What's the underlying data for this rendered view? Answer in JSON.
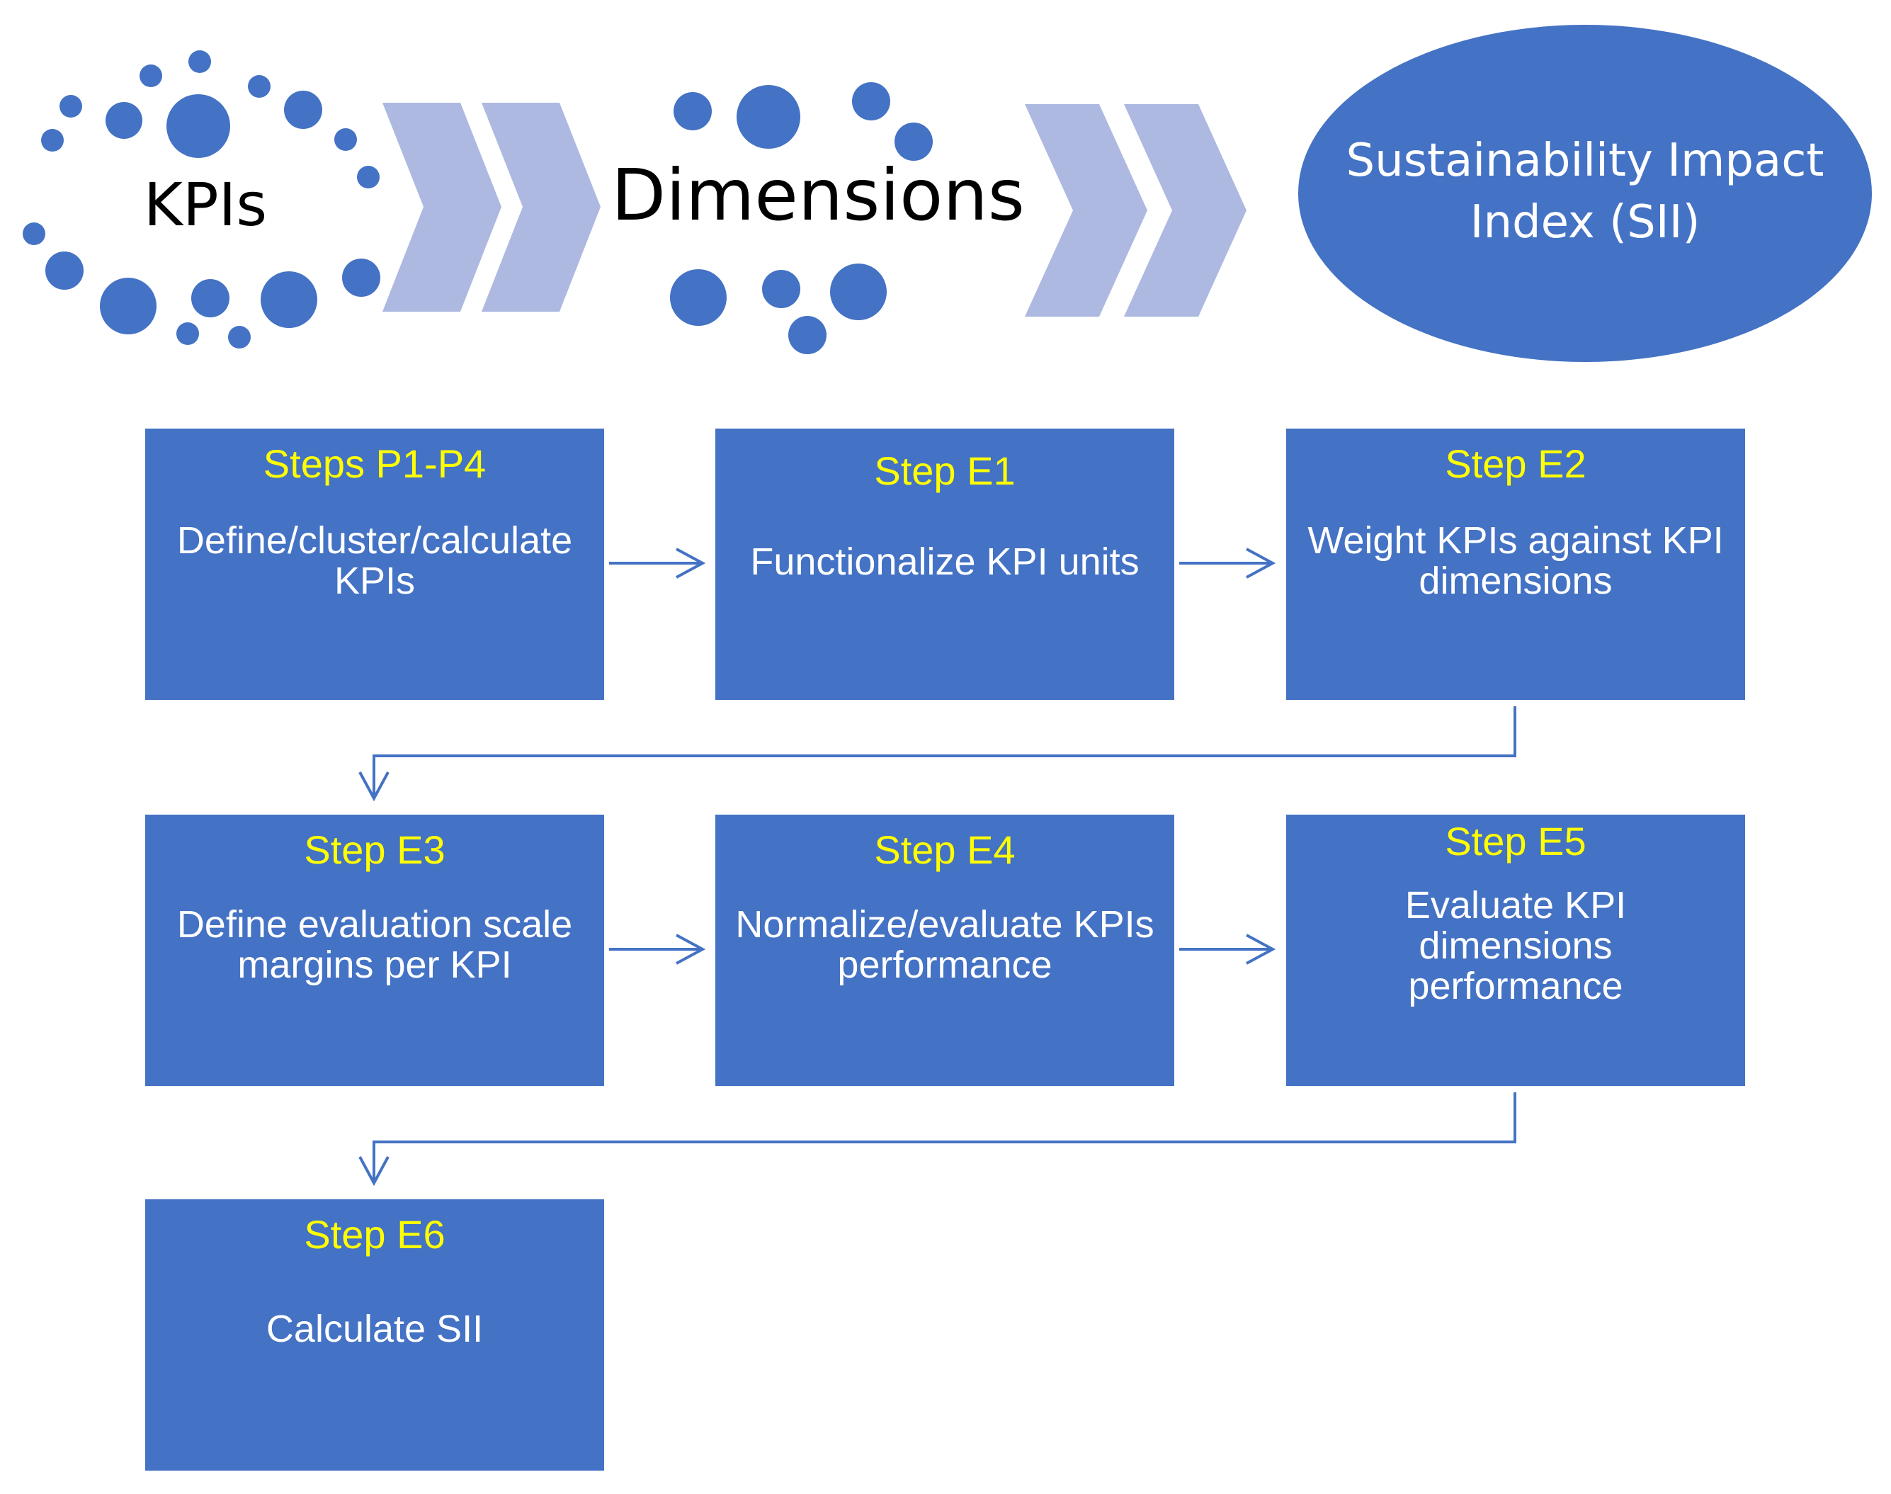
{
  "header": {
    "kpis_label": "KPIs",
    "dimensions_label": "Dimensions",
    "sii_label_line1": "Sustainability Impact",
    "sii_label_line2": "Index (SII)"
  },
  "steps": [
    {
      "id": "p1p4",
      "title": "Steps P1-P4",
      "desc": "Define/cluster/calculate KPIs"
    },
    {
      "id": "e1",
      "title": "Step E1",
      "desc": "Functionalize KPI units"
    },
    {
      "id": "e2",
      "title": "Step E2",
      "desc": "Weight KPIs against KPI dimensions"
    },
    {
      "id": "e3",
      "title": "Step E3",
      "desc": "Define evaluation scale margins per KPI"
    },
    {
      "id": "e4",
      "title": "Step E4",
      "desc": "Normalize/evaluate KPIs performance"
    },
    {
      "id": "e5",
      "title": "Step E5",
      "desc": "Evaluate KPI dimensions performance"
    },
    {
      "id": "e6",
      "title": "Step E6",
      "desc": "Calculate SII"
    }
  ],
  "colors": {
    "box": "#4472c4",
    "title": "#ffff00",
    "text": "#ffffff",
    "chevron": "#adb9e0"
  }
}
